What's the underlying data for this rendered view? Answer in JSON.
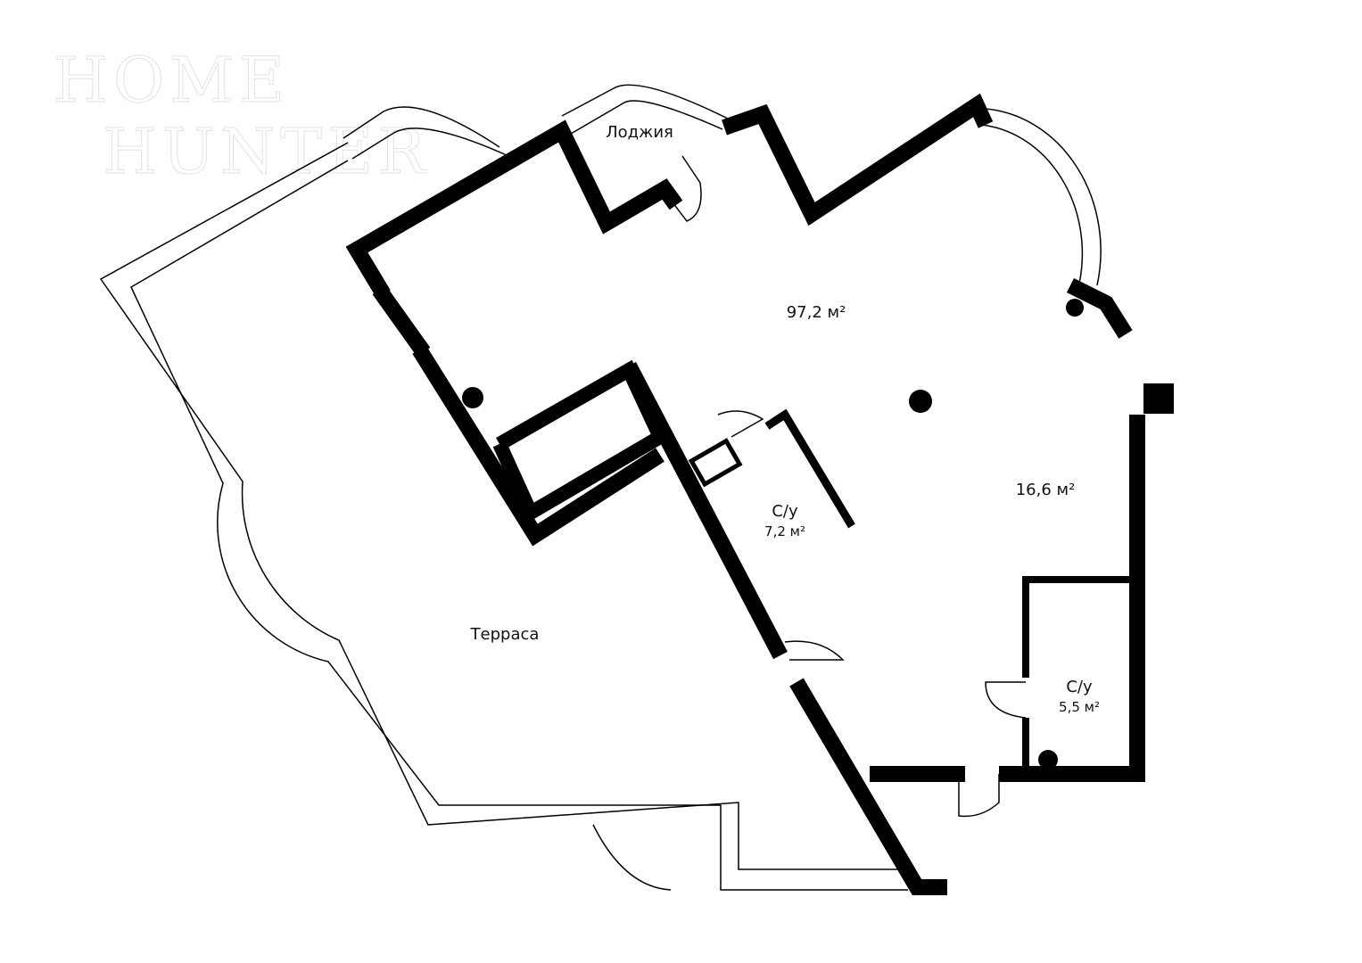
{
  "logo": {
    "line1": "HOME",
    "line2": "HUNTER"
  },
  "rooms": {
    "loggia": {
      "name": "Лоджия"
    },
    "main": {
      "area": "97,2 м²"
    },
    "kitchen": {
      "area": "16,6 м²"
    },
    "bath1": {
      "name": "С/у",
      "area": "7,2 м²"
    },
    "bath2": {
      "name": "С/у",
      "area": "5,5 м²"
    },
    "terrace": {
      "name": "Терраса"
    }
  },
  "colors": {
    "wall": "#000000",
    "background": "#ffffff",
    "outline": "#000000"
  }
}
